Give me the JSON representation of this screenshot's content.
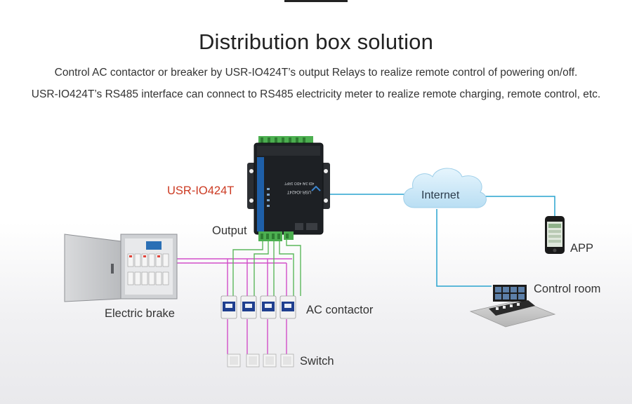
{
  "title": "Distribution box solution",
  "description": [
    "Control AC contactor or breaker by USR-IO424T’s output Relays to realize remote control of powering on/off.",
    "USR-IO424T’s RS485 interface can connect to RS485 electricity meter to realize remote charging, remote control, etc."
  ],
  "labels": {
    "device": "USR-IO424T",
    "output": "Output",
    "internet": "Internet",
    "app": "APP",
    "control_room": "Control room",
    "electric_brake": "Electric brake",
    "ac_contactor": "AC contactor",
    "switch": "Switch"
  },
  "device_face_text": [
    "USR-IO424T",
    "4DI 2AI 4DO 1RPT"
  ],
  "colors": {
    "device_label": "#cc3a22",
    "relay_wire": "#d24fc9",
    "io_wire": "#5cb85c",
    "network_line": "#29a3cf",
    "cloud": "#c8e6f7"
  }
}
